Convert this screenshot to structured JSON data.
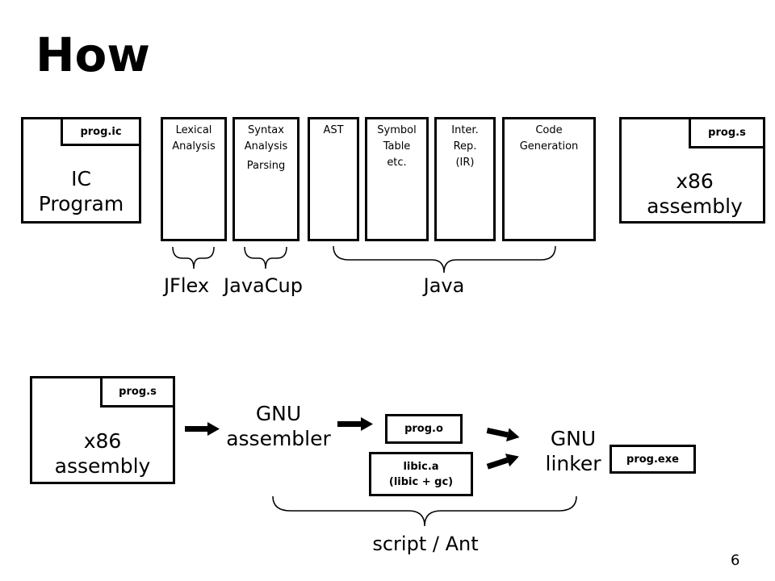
{
  "title": "How",
  "top": {
    "input": {
      "tab": "prog.ic",
      "line1": "IC",
      "line2": "Program"
    },
    "stages": [
      {
        "line1": "Lexical",
        "line2": "Analysis",
        "line3": "",
        "sub": ""
      },
      {
        "line1": "Syntax",
        "line2": "Analysis",
        "line3": "",
        "sub": "Parsing"
      },
      {
        "line1": "AST",
        "line2": "",
        "line3": "",
        "sub": ""
      },
      {
        "line1": "Symbol",
        "line2": "Table",
        "line3": "etc.",
        "sub": ""
      },
      {
        "line1": "Inter.",
        "line2": "Rep.",
        "line3": "(IR)",
        "sub": ""
      },
      {
        "line1": "Code",
        "line2": "Generation",
        "line3": "",
        "sub": ""
      }
    ],
    "output": {
      "tab": "prog.s",
      "line1": "x86",
      "line2": "assembly"
    },
    "tools": {
      "jflex": "JFlex",
      "javacup": "JavaCup",
      "java": "Java"
    }
  },
  "bottom": {
    "input": {
      "tab": "prog.s",
      "line1": "x86",
      "line2": "assembly"
    },
    "assembler": {
      "line1": "GNU",
      "line2": "assembler"
    },
    "object": "prog.o",
    "library": {
      "line1": "libic.a",
      "line2": "(libic + gc)"
    },
    "linker": {
      "line1": "GNU",
      "line2": "linker"
    },
    "executable": "prog.exe",
    "script": "script / Ant"
  },
  "page_number": "6"
}
